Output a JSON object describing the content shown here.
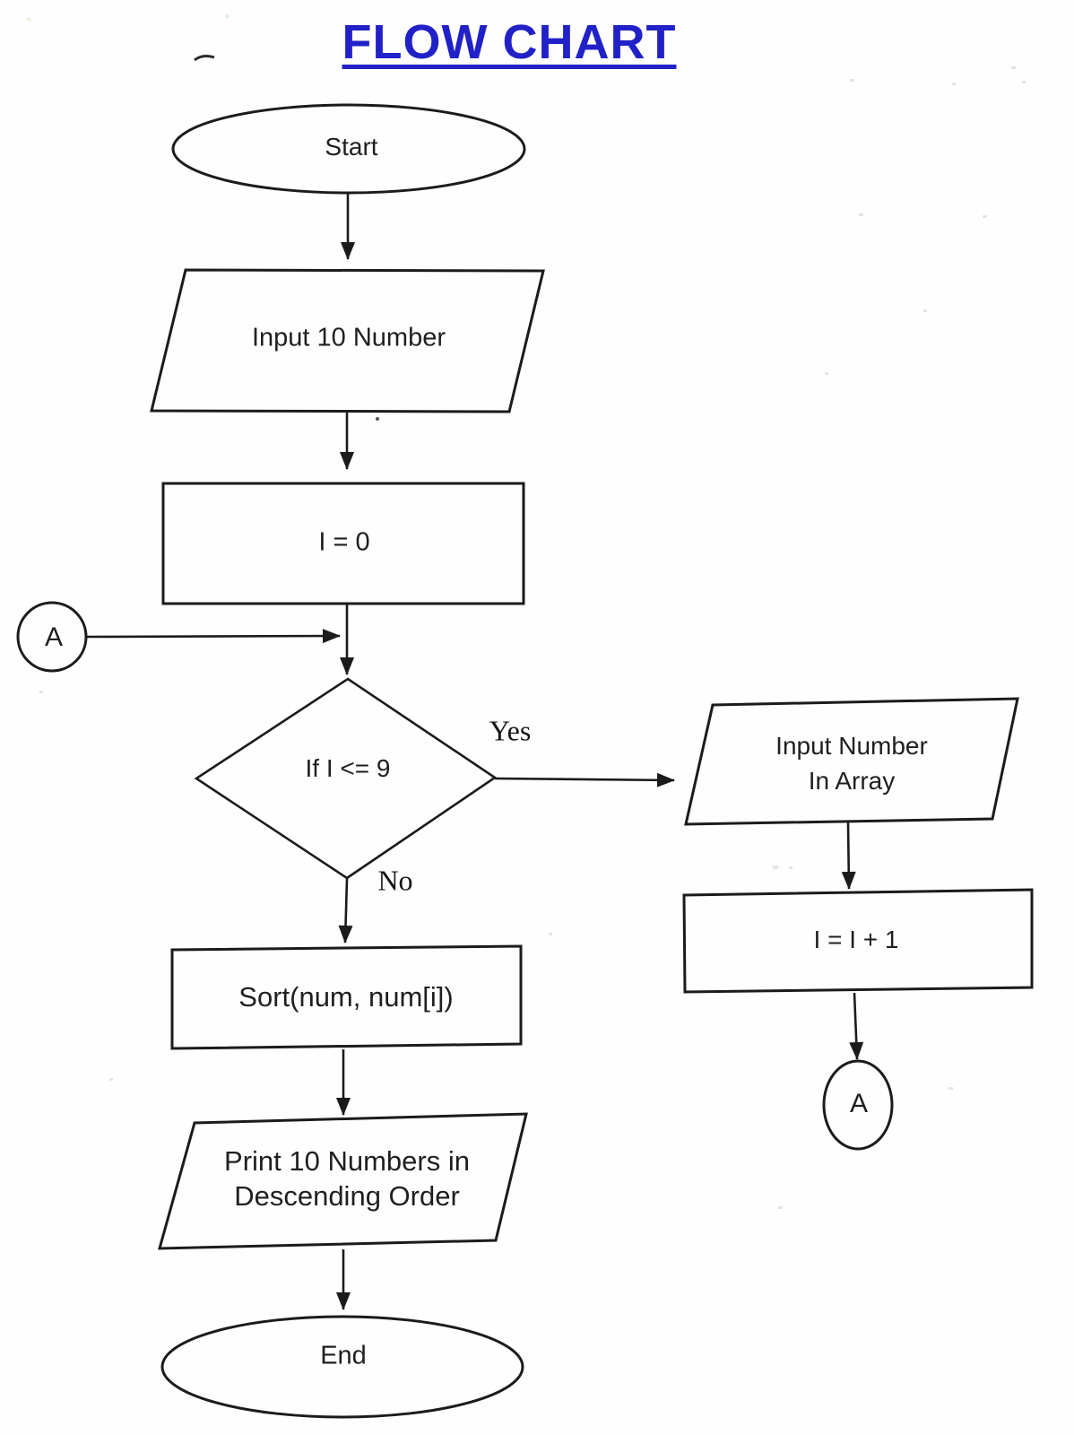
{
  "title": "FLOW CHART",
  "colors": {
    "title_blue": "#2121c8",
    "ink": "#1b1b1b"
  },
  "nodes": {
    "start": "Start",
    "input_numbers": "Input 10 Number",
    "init": "I = 0",
    "connector_left": "A",
    "decision": "If I <= 9",
    "branch_yes": "Yes",
    "branch_no": "No",
    "input_array_line1": "Input Number",
    "input_array_line2": "In Array",
    "increment": "I = I + 1",
    "connector_right": "A",
    "sort": "Sort(num, num[i])",
    "print_line1": "Print 10 Numbers in",
    "print_line2": "Descending Order",
    "end": "End"
  }
}
